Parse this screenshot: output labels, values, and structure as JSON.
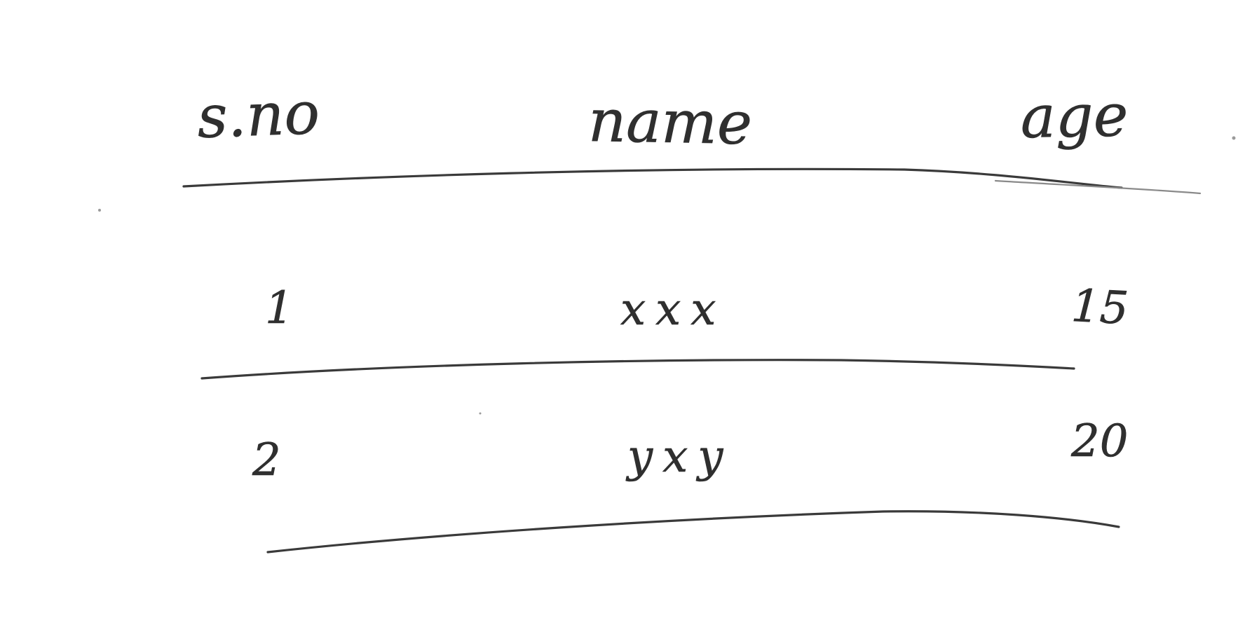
{
  "table": {
    "headers": {
      "sno": "s.no",
      "name": "name",
      "age": "age"
    },
    "rows": [
      {
        "sno": "1",
        "name": "xxx",
        "age": "15"
      },
      {
        "sno": "2",
        "name": "yxy",
        "age": "20"
      }
    ]
  },
  "colors": {
    "ink": "#2f2f2f",
    "paper": "#ffffff"
  }
}
